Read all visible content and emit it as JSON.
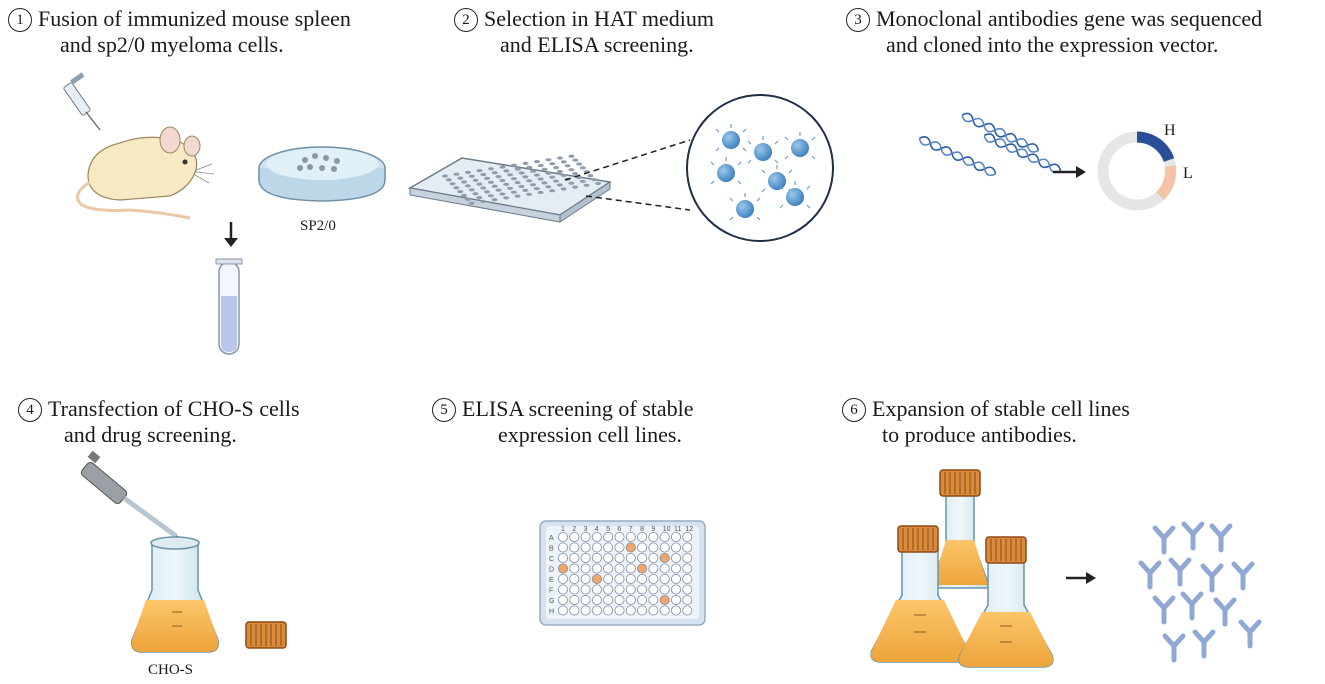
{
  "steps": [
    {
      "num": "1",
      "line1": "Fusion of immunized mouse spleen",
      "line2": "and sp2/0 myeloma cells."
    },
    {
      "num": "2",
      "line1": "Selection in HAT medium",
      "line2": "and ELISA screening."
    },
    {
      "num": "3",
      "line1": "Monoclonal antibodies gene was sequenced",
      "line2": "and cloned into the expression vector."
    },
    {
      "num": "4",
      "line1": "Transfection of CHO-S cells",
      "line2": "and drug screening."
    },
    {
      "num": "5",
      "line1": "ELISA screening of stable",
      "line2": "expression cell lines."
    },
    {
      "num": "6",
      "line1": "Expansion of stable cell lines",
      "line2": "to produce antibodies."
    }
  ],
  "labels": {
    "sp20": "SP2/0",
    "chos": "CHO-S",
    "heavy": "H",
    "light": "L"
  },
  "plate": {
    "columns": [
      "1",
      "2",
      "3",
      "4",
      "5",
      "6",
      "7",
      "8",
      "9",
      "10",
      "11",
      "12"
    ],
    "rows": [
      "A",
      "B",
      "C",
      "D",
      "E",
      "F",
      "G",
      "H"
    ],
    "positive_wells": [
      "B7",
      "C10",
      "D1",
      "D8",
      "E4",
      "G10"
    ]
  },
  "colors": {
    "positive_well": "#f0a66a",
    "cell": "#4d8fc4",
    "dna": "#2d5fa6",
    "medium": "#f5b24e",
    "cap": "#c9742a",
    "antibody": "#8fa8d4",
    "heavy_chain": "#2a4f9a",
    "light_chain": "#f4c4a8"
  },
  "icons": [
    "syringe-icon",
    "mouse-icon",
    "petri-dish-icon",
    "test-tube-icon",
    "well-plate-icon",
    "magnified-cells-icon",
    "dna-icon",
    "plasmid-icon",
    "pipette-icon",
    "flask-icon",
    "bottle-cap-icon",
    "antibody-icon",
    "arrow-icon"
  ]
}
